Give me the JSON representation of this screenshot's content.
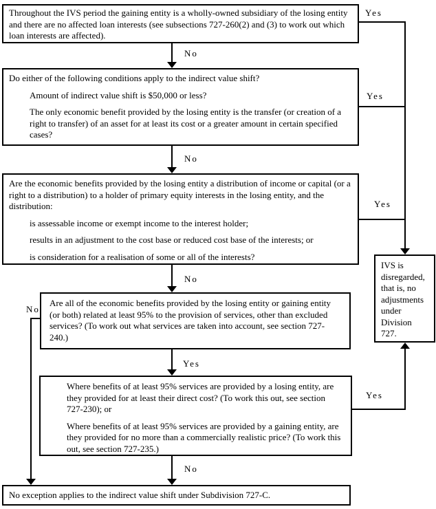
{
  "flowchart": {
    "box1": {
      "text": "Throughout the IVS period the gaining entity is a wholly-owned subsidiary of the losing entity and there are no affected loan interests (see subsections 727-260(2) and (3) to work out which loan interests are affected)."
    },
    "box2": {
      "intro": "Do either of the following conditions apply to the indirect value shift?",
      "items": [
        "Amount of indirect value shift is $50,000 or less?",
        "The only economic benefit provided by the losing entity is the transfer (or creation of a right to transfer) of an asset for at least its cost or a greater amount in certain specified cases?"
      ]
    },
    "box3": {
      "intro": "Are the economic benefits provided by the losing entity a distribution of income or capital (or a right to a distribution) to a holder of primary equity interests in the losing entity, and the distribution:",
      "items": [
        "is assessable income or exempt income to the interest holder;",
        "results in an adjustment to the cost base or reduced cost base of the interests; or",
        "is consideration for a realisation of some or all of the interests?"
      ]
    },
    "box4": {
      "text": "Are all of the economic benefits provided by the losing entity or gaining entity (or both) related at least 95% to the provision of services, other than excluded services? (To work out what services are taken into account, see section 727-240.)"
    },
    "box5": {
      "items": [
        "Where benefits of at least 95% services are provided by a losing entity, are they provided for at least their direct cost? (To work this out, see section 727-230); or",
        "Where benefits of at least 95% services are provided by a gaining entity, are they provided for no more than a commercially realistic price? (To work this out, see section 727-235.)"
      ]
    },
    "outcome_no_exception": {
      "text": "No exception applies to the indirect value shift under Subdivision 727-C."
    },
    "outcome_disregarded": {
      "text": "IVS is disregarded, that is, no adjustments under Division 727."
    },
    "labels": {
      "box1_no": "No",
      "box1_yes": "Yes",
      "box2_no": "No",
      "box2_yes": "Yes",
      "box3_no": "No",
      "box3_yes": "Yes",
      "box4_no": "No",
      "box4_yes": "Yes",
      "box5_no": "No",
      "box5_yes": "Yes"
    },
    "colors": {
      "line": "#000000",
      "background": "#ffffff",
      "text": "#000000"
    }
  }
}
